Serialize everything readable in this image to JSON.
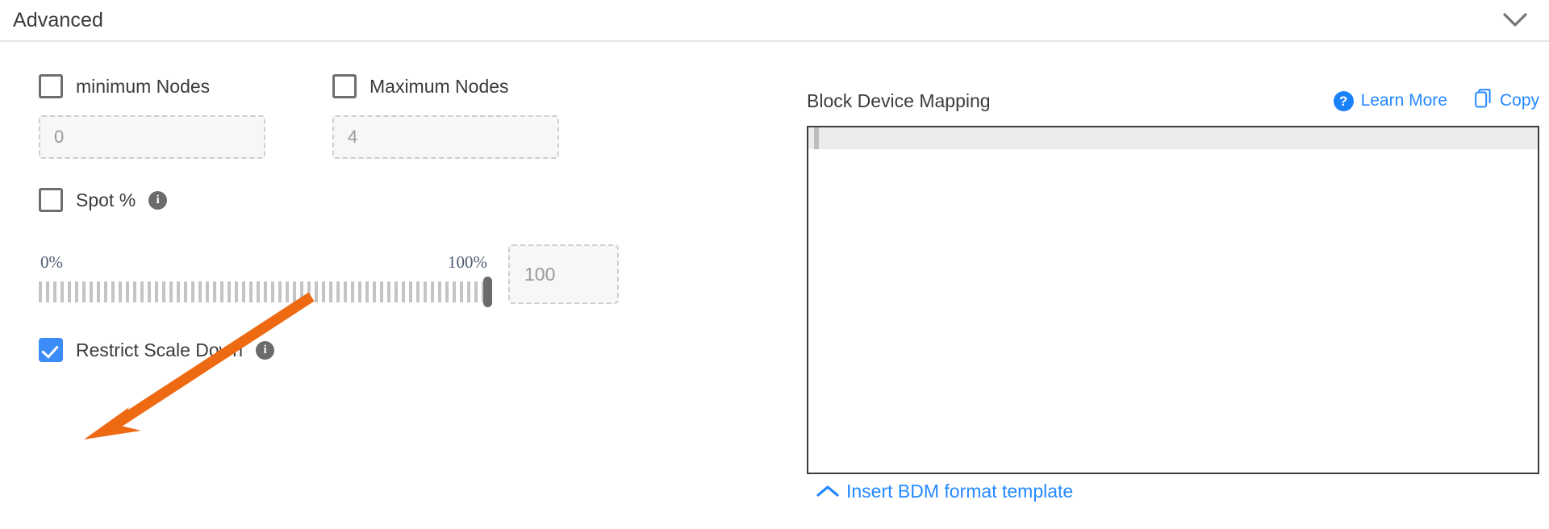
{
  "section": {
    "title": "Advanced",
    "collapse_icon": "chevron-down-icon"
  },
  "left": {
    "min_nodes": {
      "label": "minimum Nodes",
      "checked": false,
      "input_placeholder": "0"
    },
    "max_nodes": {
      "label": "Maximum Nodes",
      "checked": false,
      "input_placeholder": "4"
    },
    "spot": {
      "label": "Spot %",
      "checked": false,
      "info_icon": "info-icon",
      "info_glyph": "i"
    },
    "slider": {
      "min_label": "0%",
      "max_label": "100%",
      "value": 100,
      "value_input_placeholder": "100"
    },
    "restrict_scale_down": {
      "label": "Restrict Scale Down",
      "checked": true,
      "info_icon": "info-icon",
      "info_glyph": "i"
    }
  },
  "right": {
    "title": "Block Device Mapping",
    "learn_more": {
      "label": "Learn More",
      "icon": "question-circle-icon",
      "glyph": "?"
    },
    "copy": {
      "label": "Copy",
      "icon": "copy-icon"
    },
    "editor": {
      "content": ""
    },
    "insert_template": {
      "label": "Insert BDM format template",
      "icon": "chevron-up-icon"
    }
  },
  "colors": {
    "accent_blue": "#2489ff",
    "checkbox_blue": "#3b8cf6",
    "annotation_orange": "#ED6A13",
    "slider_tick": "#c4c4c4",
    "text_dark": "#3b3b3b"
  }
}
